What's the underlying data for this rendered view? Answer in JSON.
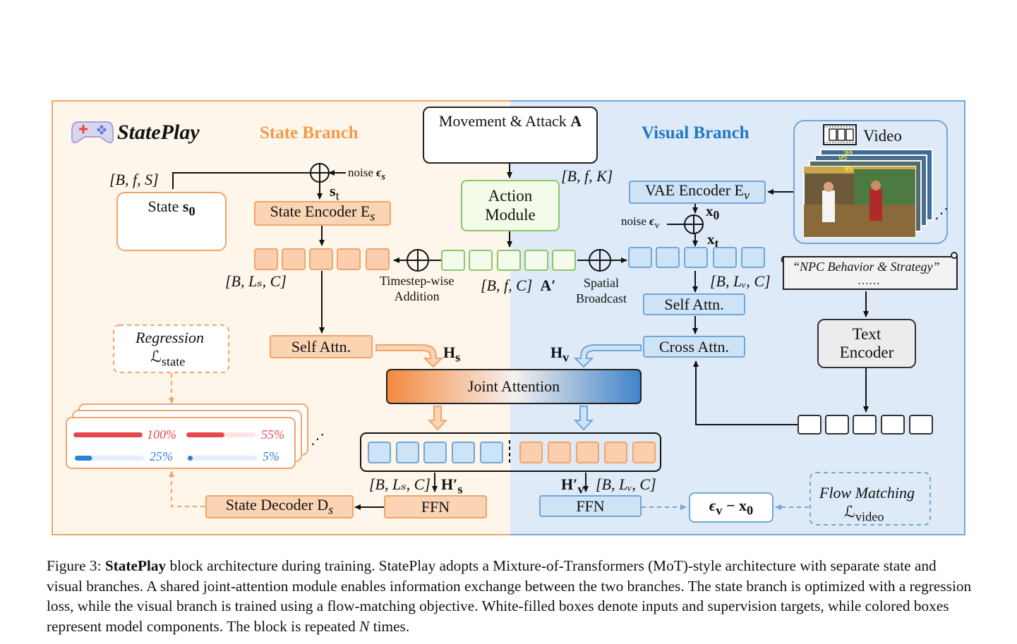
{
  "title": {
    "name": "StatePlay"
  },
  "branches": {
    "state": "State Branch",
    "visual": "Visual Branch"
  },
  "state_input": {
    "dims": "[B, f, S]",
    "label": "State",
    "var": "s",
    "sub": "0",
    "icons": [
      "timer-icon",
      "heart-icon",
      "lightning-icon"
    ]
  },
  "noise_state": {
    "label": "noise ",
    "var": "ϵ",
    "sub": "s"
  },
  "st": {
    "var": "s",
    "sub": "t"
  },
  "state_encoder": {
    "label": "State Encoder E",
    "sub": "s"
  },
  "state_tokens_dims": "[B, Lₛ, C]",
  "action_input": {
    "label": "Movement & Attack ",
    "var": "A",
    "dims": "[B, f, K]",
    "icons": [
      "dpad-icon",
      "fighter-icon"
    ]
  },
  "action_module": {
    "line1": "Action",
    "line2": "Module"
  },
  "timestep_add": {
    "line1": "Timestep-wise",
    "line2": "Addition"
  },
  "action_tokens": {
    "dims": "[B, f, C]",
    "var": "A′"
  },
  "spatial_broadcast": {
    "line1": "Spatial",
    "line2": "Broadcast"
  },
  "vae_encoder": {
    "label": "VAE Encoder E",
    "sub": "v"
  },
  "noise_visual": {
    "label": "noise ",
    "var": "ϵ",
    "sub": "v"
  },
  "x0": {
    "var": "x",
    "sub": "0"
  },
  "xt": {
    "var": "x",
    "sub": "t"
  },
  "visual_tokens_dims": "[B, Lᵥ, C]",
  "video": {
    "label": "Video",
    "scores": [
      "94",
      "95",
      "95"
    ]
  },
  "text_prompt": {
    "text": "“NPC Behavior & Strategy”",
    "more": "……"
  },
  "text_encoder": {
    "line1": "Text",
    "line2": "Encoder"
  },
  "self_attn_state": "Self Attn.",
  "self_attn_visual": "Self Attn.",
  "cross_attn": "Cross Attn.",
  "hs": {
    "var": "H",
    "sub": "s"
  },
  "hv": {
    "var": "H",
    "sub": "v"
  },
  "joint_attention": "Joint Attention",
  "regression": {
    "label": "Regression",
    "loss": "ℒ",
    "sub": "state"
  },
  "state_bars": [
    {
      "value": 100,
      "label": "100%",
      "color": "#e8474c"
    },
    {
      "value": 55,
      "label": "55%",
      "color": "#e8474c"
    },
    {
      "value": 25,
      "label": "25%",
      "color": "#2f7fd6"
    },
    {
      "value": 5,
      "label": "5%",
      "color": "#2f7fd6"
    }
  ],
  "ffn_state": "FFN",
  "ffn_visual": "FFN",
  "hs_prime": {
    "dims": "[B, Lₛ, C]",
    "var": "H′",
    "sub": "s"
  },
  "hv_prime": {
    "dims": "[B, Lᵥ, C]",
    "var": "H′",
    "sub": "v"
  },
  "state_decoder": {
    "label": "State Decoder D",
    "sub": "s"
  },
  "velocity_target": {
    "a": "ϵ",
    "asub": "v",
    "op": " − ",
    "b": "x",
    "bsub": "0"
  },
  "flow_matching": {
    "label": "Flow Matching",
    "loss": "ℒ",
    "sub": "video"
  },
  "ellipsis": "⋰",
  "caption": {
    "prefix": "Figure 3: ",
    "bold": "StatePlay",
    "body": " block architecture during training. StatePlay adopts a Mixture-of-Transformers (MoT)-style architecture with separate state and visual branches. A shared joint-attention module enables information exchange between the two branches. The state branch is optimized with a regression loss, while the visual branch is trained using a flow-matching objective. White-filled boxes denote inputs and supervision targets, while colored boxes represent model components. The block is repeated ",
    "n": "N",
    "suffix": " times."
  },
  "colors": {
    "state_bg": "#fef6ea",
    "visual_bg": "#dfeaf8",
    "frame": "#f0a46a",
    "frame_right": "#6fa7d8",
    "orange_title": "#f39a4a",
    "blue_title": "#1f79c6"
  }
}
